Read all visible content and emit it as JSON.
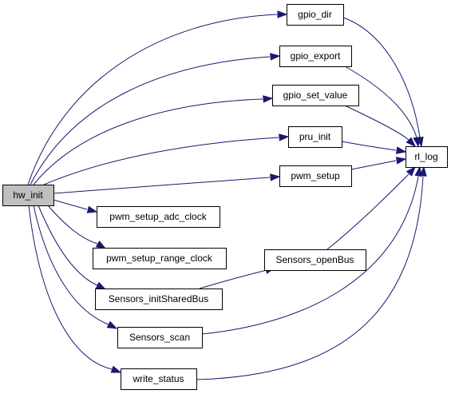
{
  "graph": {
    "edge_color": "#191970",
    "root_fill": "#bfbfbf",
    "nodes": [
      {
        "id": "hw_init",
        "label": "hw_init",
        "root": true
      },
      {
        "id": "gpio_dir",
        "label": "gpio_dir"
      },
      {
        "id": "gpio_export",
        "label": "gpio_export"
      },
      {
        "id": "gpio_set_value",
        "label": "gpio_set_value"
      },
      {
        "id": "pru_init",
        "label": "pru_init"
      },
      {
        "id": "pwm_setup",
        "label": "pwm_setup"
      },
      {
        "id": "pwm_setup_adc_clock",
        "label": "pwm_setup_adc_clock"
      },
      {
        "id": "pwm_setup_range_clock",
        "label": "pwm_setup_range_clock"
      },
      {
        "id": "Sensors_initSharedBus",
        "label": "Sensors_initSharedBus"
      },
      {
        "id": "Sensors_openBus",
        "label": "Sensors_openBus"
      },
      {
        "id": "Sensors_scan",
        "label": "Sensors_scan"
      },
      {
        "id": "write_status",
        "label": "write_status"
      },
      {
        "id": "rl_log",
        "label": "rl_log"
      }
    ],
    "edges": [
      {
        "from": "hw_init",
        "to": "gpio_dir"
      },
      {
        "from": "hw_init",
        "to": "gpio_export"
      },
      {
        "from": "hw_init",
        "to": "gpio_set_value"
      },
      {
        "from": "hw_init",
        "to": "pru_init"
      },
      {
        "from": "hw_init",
        "to": "pwm_setup"
      },
      {
        "from": "hw_init",
        "to": "pwm_setup_adc_clock"
      },
      {
        "from": "hw_init",
        "to": "pwm_setup_range_clock"
      },
      {
        "from": "hw_init",
        "to": "Sensors_initSharedBus"
      },
      {
        "from": "hw_init",
        "to": "Sensors_scan"
      },
      {
        "from": "hw_init",
        "to": "write_status"
      },
      {
        "from": "gpio_dir",
        "to": "rl_log"
      },
      {
        "from": "gpio_export",
        "to": "rl_log"
      },
      {
        "from": "gpio_set_value",
        "to": "rl_log"
      },
      {
        "from": "pru_init",
        "to": "rl_log"
      },
      {
        "from": "pwm_setup",
        "to": "rl_log"
      },
      {
        "from": "Sensors_initSharedBus",
        "to": "Sensors_openBus"
      },
      {
        "from": "Sensors_openBus",
        "to": "rl_log"
      },
      {
        "from": "Sensors_scan",
        "to": "rl_log"
      },
      {
        "from": "write_status",
        "to": "rl_log"
      }
    ]
  }
}
